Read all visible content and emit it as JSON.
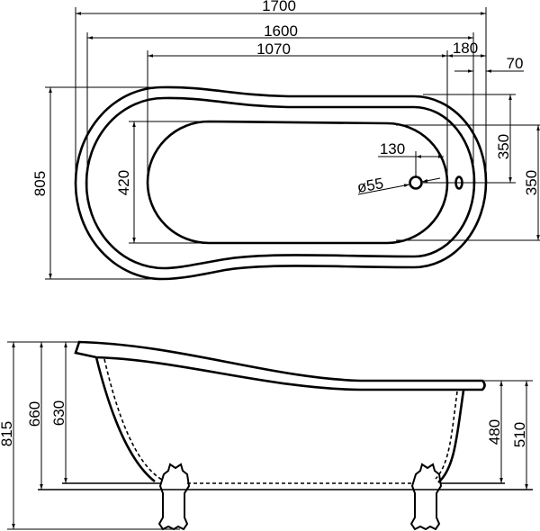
{
  "top_view": {
    "overall_length": "1700",
    "inner_length": "1600",
    "basin_length": "1070",
    "end_offset": "180",
    "rim_offset": "70",
    "overall_width": "805",
    "basin_width": "420",
    "drain_offset": "130",
    "drain_diameter": "ø55",
    "upper_half_width": "350",
    "lower_half_width": "350"
  },
  "side_view": {
    "total_height": "815",
    "back_height": "660",
    "back_inner_height": "630",
    "front_inner_height": "480",
    "front_height": "510"
  }
}
